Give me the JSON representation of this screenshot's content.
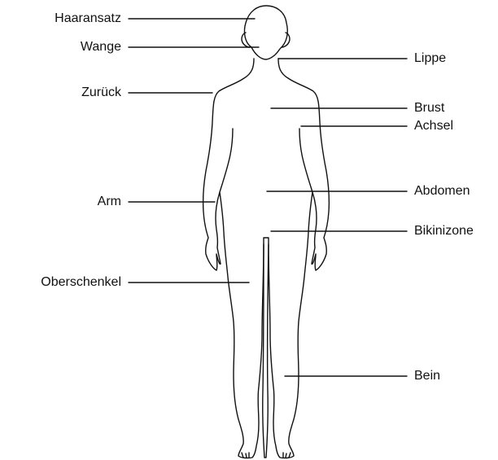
{
  "labels": {
    "haaransatz": "Haaransatz",
    "wange": "Wange",
    "zurueck": "Zurück",
    "arm": "Arm",
    "oberschenkel": "Oberschenkel",
    "lippe": "Lippe",
    "brust": "Brust",
    "achsel": "Achsel",
    "abdomen": "Abdomen",
    "bikinizone": "Bikinizone",
    "bein": "Bein"
  },
  "colors": {
    "line": "#111111",
    "background": "#ffffff"
  }
}
